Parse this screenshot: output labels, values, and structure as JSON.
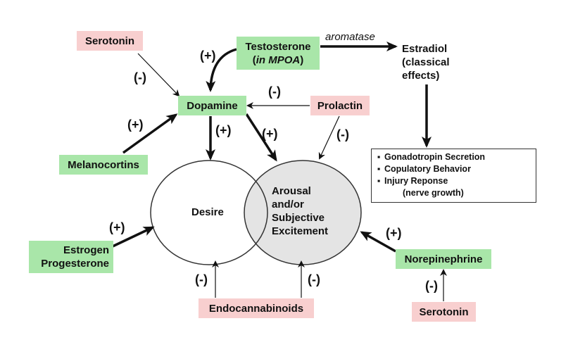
{
  "nodes": {
    "serotonin_top": "Serotonin",
    "testosterone_line1": "Testosterone",
    "testosterone_line2_open": "(",
    "testosterone_line2_italic": "in MPOA",
    "testosterone_line2_close": ")",
    "aromatase": "aromatase",
    "estradiol_line1": "Estradiol",
    "estradiol_line2": "(classical",
    "estradiol_line3": "effects)",
    "dopamine": "Dopamine",
    "prolactin": "Prolactin",
    "melanocortins": "Melanocortins",
    "desire": "Desire",
    "arousal_line1": "Arousal",
    "arousal_line2": "and/or",
    "arousal_line3": "Subjective",
    "arousal_line4": "Excitement",
    "estrogen": "Estrogen",
    "progesterone": "Progesterone",
    "endocannabinoids": "Endocannabinoids",
    "norepinephrine": "Norepinephrine",
    "serotonin_bottom": "Serotonin"
  },
  "effects_list": {
    "bullet": "▪",
    "item1": "Gonadotropin Secretion",
    "item2": "Copulatory Behavior",
    "item3": "Injury Reponse",
    "item3_cont": "(nerve growth)"
  },
  "signs": {
    "plus": "(+)",
    "minus": "(-)"
  },
  "colors": {
    "stimulatory_box": "#a9e6a9",
    "inhibitory_box": "#f8cfcf",
    "arousal_fill": "#e4e4e4"
  }
}
